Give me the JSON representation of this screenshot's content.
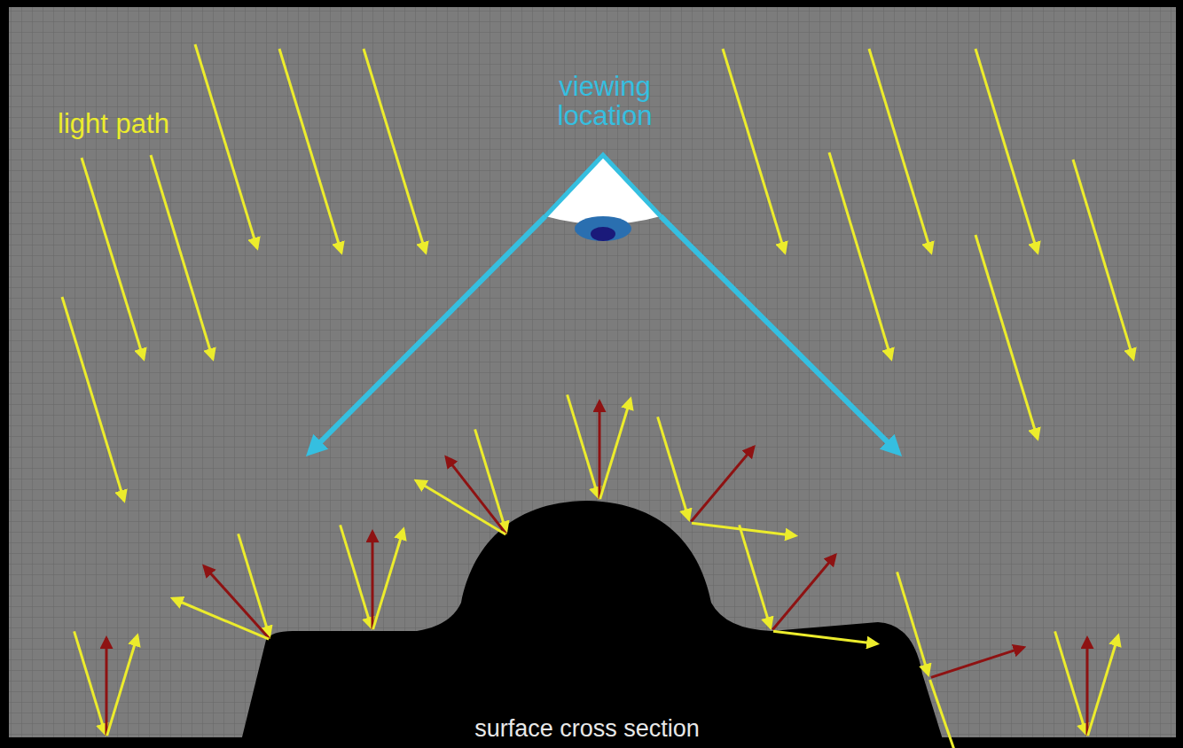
{
  "diagram": {
    "labels": [
      "light path",
      "viewing location",
      "surface cross section"
    ]
  }
}
